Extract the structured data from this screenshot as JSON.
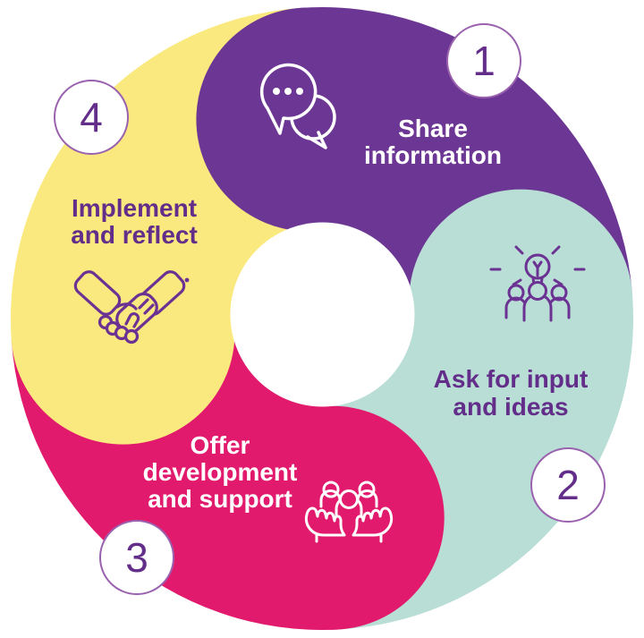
{
  "diagram": {
    "name": "engagement-cycle",
    "palette": {
      "purple": "#6c3794",
      "teal": "#b9ded5",
      "pink": "#e21a6d",
      "yellow": "#fae97f",
      "text_purple": "#632d8a",
      "icon_purple": "#6b3293",
      "white": "#ffffff",
      "badge_fill": "#ffffff",
      "badge_border": "#9a62ae",
      "badge_number_color": "#632d8a"
    },
    "segments": [
      {
        "number": "1",
        "lines": [
          "Share",
          "information"
        ],
        "color": "#6c3794",
        "text_color": "#ffffff",
        "icon_color": "#ffffff",
        "icon": "speech-bubbles-icon"
      },
      {
        "number": "2",
        "lines": [
          "Ask for input",
          "and ideas"
        ],
        "color": "#b9ded5",
        "text_color": "#632d8a",
        "icon_color": "#6b3293",
        "icon": "people-lightbulb-icon"
      },
      {
        "number": "3",
        "lines": [
          "Offer",
          "development",
          "and support"
        ],
        "color": "#e21a6d",
        "text_color": "#ffffff",
        "icon_color": "#ffffff",
        "icon": "hands-holding-people-icon"
      },
      {
        "number": "4",
        "lines": [
          "Implement",
          "and reflect"
        ],
        "color": "#fae97f",
        "text_color": "#632d8a",
        "icon_color": "#6b3293",
        "icon": "handshake-icon"
      }
    ]
  }
}
